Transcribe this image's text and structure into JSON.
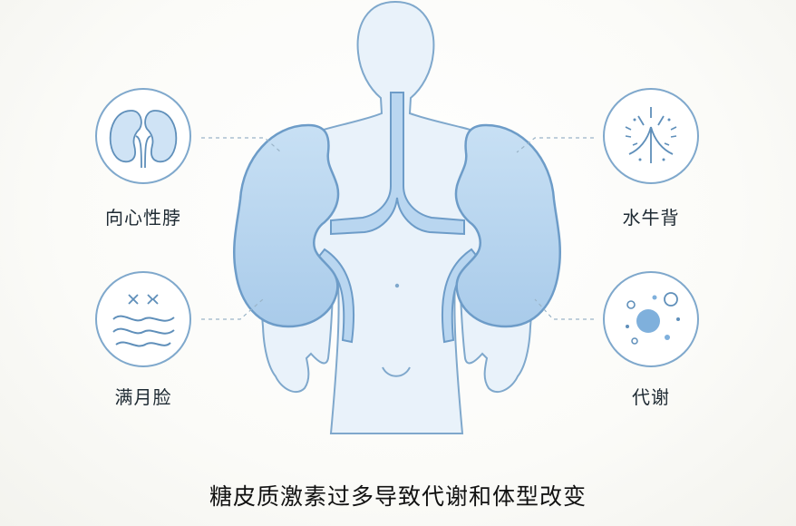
{
  "symptoms": {
    "top_left": {
      "label": "向心性脖",
      "icon": "kidney-icon"
    },
    "bottom_left": {
      "label": "满月脸",
      "icon": "face-swelling-icon"
    },
    "top_right": {
      "label": "水牛背",
      "icon": "buffalo-hump-icon"
    },
    "bottom_right": {
      "label": "代谢",
      "icon": "metabolism-bubbles-icon"
    }
  },
  "caption": "糖皮质激素过多导致代谢和体型改变",
  "colors": {
    "body_fill": "#e9f2fa",
    "body_stroke": "#7fa8cc",
    "organ_fill": "#b9d6f0",
    "organ_stroke": "#6d9cc8",
    "icon_stroke": "#5f8fba"
  }
}
